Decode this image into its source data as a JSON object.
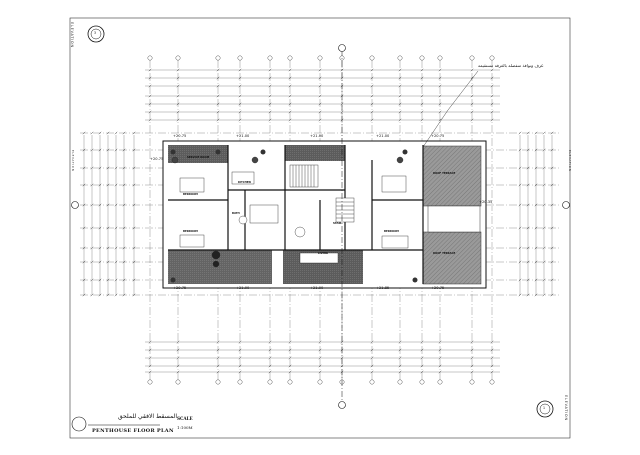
{
  "drawing": {
    "title_arabic": "المسقط الافقي للملحق",
    "title_english": "PENTHOUSE FLOOR PLAN",
    "scale_label": "SCALE",
    "scale_value": "1:100M",
    "note_arabic": "غرف ونوافذ منفصلة بالغرفة مستقيمة"
  },
  "elevation_markers": [
    {
      "label": "ELEVATION",
      "number": "3"
    },
    {
      "label": "ELEVATION",
      "number": "1"
    },
    {
      "label": "ELEVATION",
      "number": "2"
    },
    {
      "label": "ELEVATION",
      "number": "4"
    }
  ],
  "levels": {
    "top": [
      "+20.75",
      "+21.00",
      "+21.00",
      "+21.00",
      "+20.75"
    ],
    "bottom": [
      "+20.75",
      "+21.00",
      "+21.00",
      "+21.85",
      "+20.75"
    ],
    "left": "+20.75",
    "right": "+20.35"
  },
  "room_labels": [
    "SERVICE ROOM",
    "KITCHEN",
    "BEDROOM",
    "BEDROOM",
    "BATH",
    "LIVING",
    "STAIR",
    "BEDROOM",
    "ROOF TERRACE",
    "ROOF TERRACE"
  ],
  "colors": {
    "line": "#222222",
    "grid": "#555555",
    "hatch_dark": "#5a5a5a",
    "hatch_light": "#9a9a9a",
    "background": "#ffffff"
  }
}
